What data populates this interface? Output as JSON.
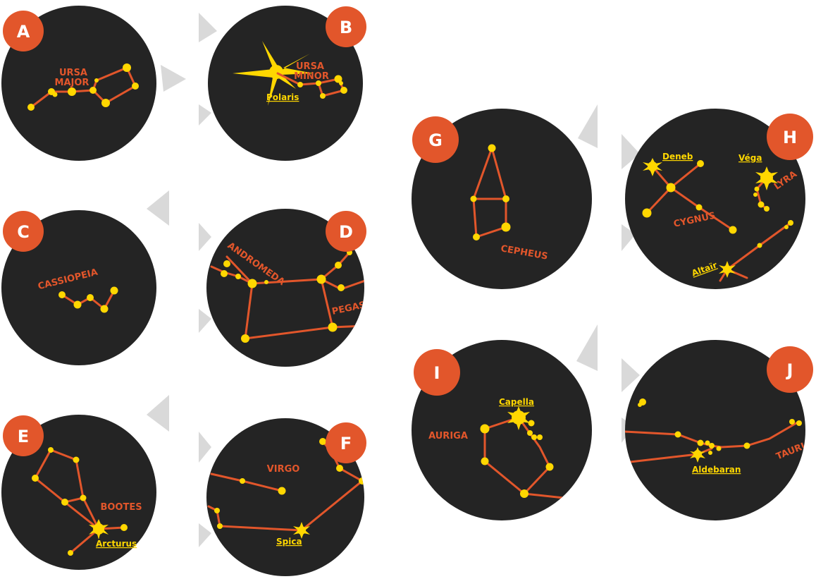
{
  "colors": {
    "disc": "#242424",
    "badge": "#e2562b",
    "line": "#e2562b",
    "star": "#ffd700",
    "arrow": "#d9d9d9"
  },
  "panels": [
    {
      "letter": "A",
      "labels": [
        "URSA",
        "MAJOR"
      ],
      "stars": []
    },
    {
      "letter": "B",
      "labels": [
        "URSA",
        "MINOR"
      ],
      "stars": [
        "Polaris"
      ]
    },
    {
      "letter": "C",
      "labels": [
        "CASSIOPEIA"
      ],
      "stars": []
    },
    {
      "letter": "D",
      "labels": [
        "ANDROMEDA",
        "PEGASUS"
      ],
      "stars": []
    },
    {
      "letter": "E",
      "labels": [
        "BOOTES"
      ],
      "stars": [
        "Arcturus"
      ]
    },
    {
      "letter": "F",
      "labels": [
        "VIRGO"
      ],
      "stars": [
        "Spica"
      ]
    },
    {
      "letter": "G",
      "labels": [
        "CEPHEUS"
      ],
      "stars": []
    },
    {
      "letter": "H",
      "labels": [
        "CYGNUS",
        "LYRA"
      ],
      "stars": [
        "Deneb",
        "Véga",
        "Altaïr"
      ]
    },
    {
      "letter": "I",
      "labels": [
        "AURIGA"
      ],
      "stars": [
        "Capella"
      ]
    },
    {
      "letter": "J",
      "labels": [
        "TAURUS"
      ],
      "stars": [
        "Aldebaran"
      ]
    }
  ]
}
